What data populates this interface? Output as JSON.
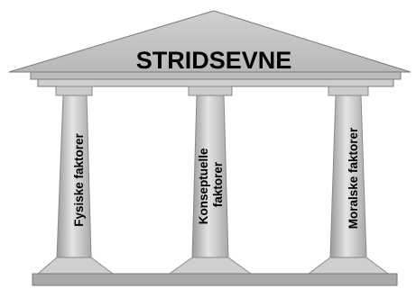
{
  "title": "STRIDSEVNE",
  "pillars": [
    {
      "lines": [
        "Fysiske faktorer"
      ]
    },
    {
      "lines": [
        "Konseptuelle",
        "faktorer"
      ]
    },
    {
      "lines": [
        "Moralske faktorer"
      ]
    }
  ]
}
